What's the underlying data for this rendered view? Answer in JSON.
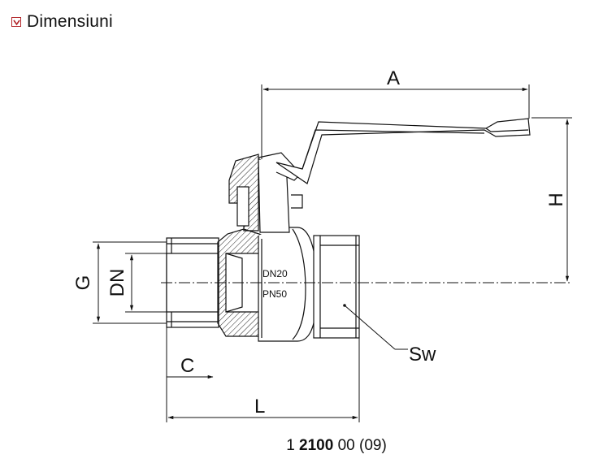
{
  "header": {
    "title": "Dimensiuni",
    "icon": "checkbox-checked-icon",
    "accent_color": "#b3262b"
  },
  "labels": {
    "A": "A",
    "H": "H",
    "G": "G",
    "DN": "DN",
    "C": "C",
    "L": "L",
    "Sw": "Sw",
    "dn_marking": "DN20",
    "pn_marking": "PN50"
  },
  "product_code": {
    "prefix": "1",
    "bold": "2100",
    "suffix": "00 (09)"
  }
}
